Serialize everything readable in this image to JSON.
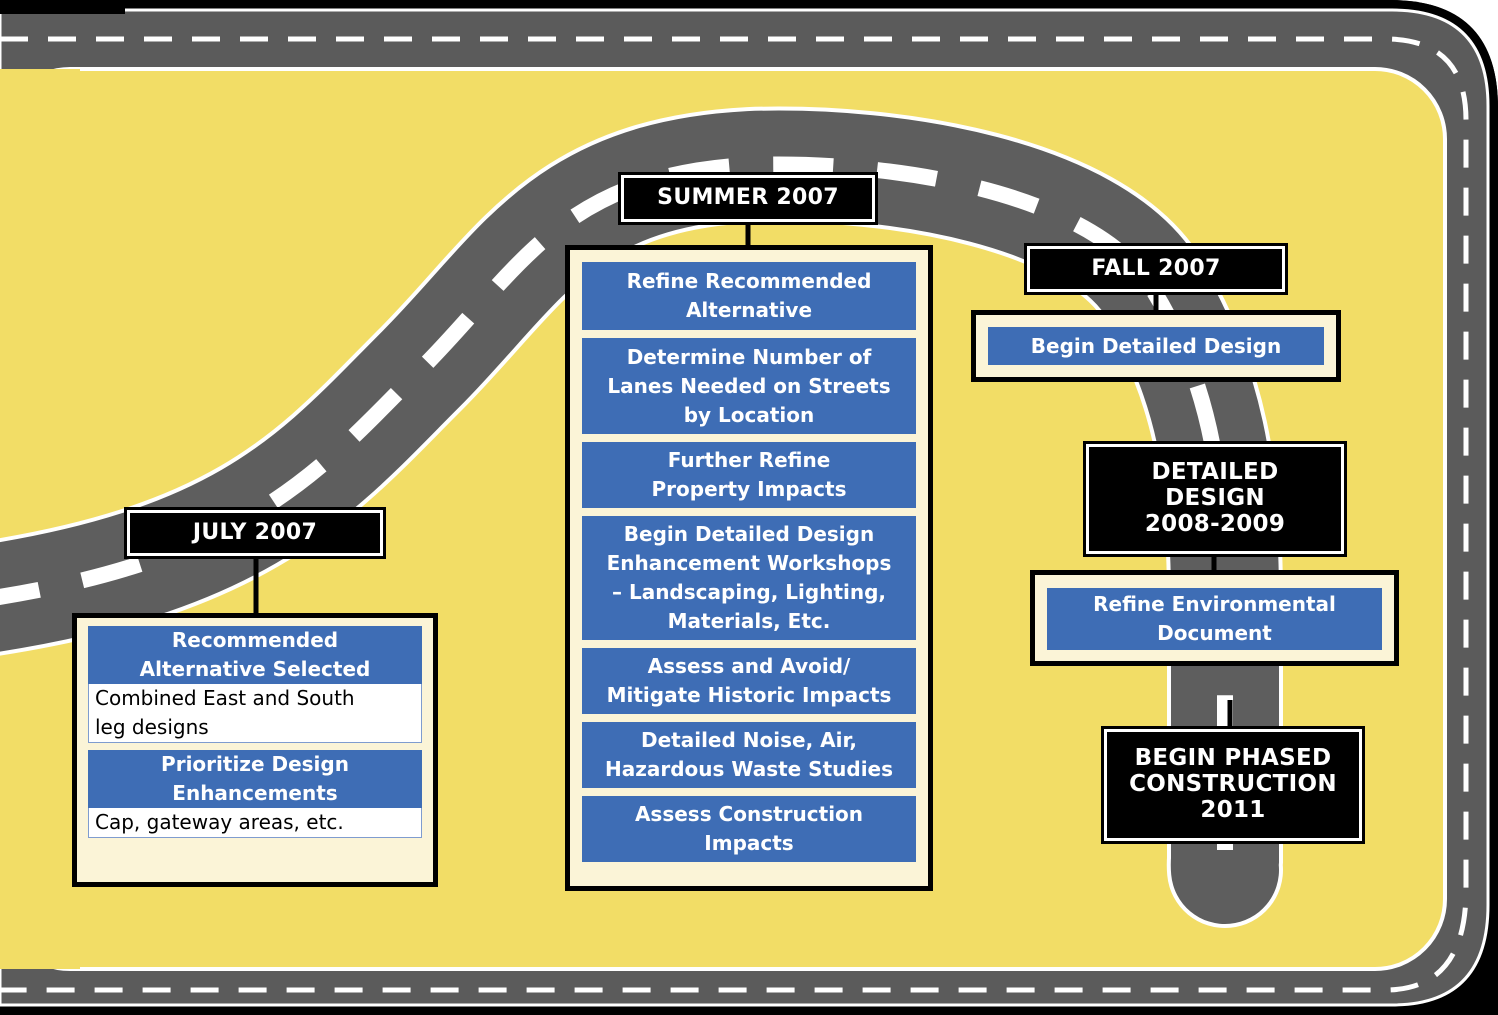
{
  "colors": {
    "background": "#f2dd66",
    "road": "#5e5e5e",
    "road_edge": "#ffffff",
    "dash": "#ffffff",
    "label_fill": "#000000",
    "task_fill": "#3e6db5",
    "panel_fill": "#fbf4d7"
  },
  "timeline": {
    "july": {
      "label": "JULY 2007",
      "items": [
        {
          "title": [
            "Recommended",
            "Alternative Selected"
          ],
          "desc": [
            "Combined East and South",
            "leg designs"
          ]
        },
        {
          "title": [
            "Prioritize Design",
            "Enhancements"
          ],
          "desc": [
            "Cap, gateway areas, etc."
          ]
        }
      ]
    },
    "summer": {
      "label": "SUMMER 2007",
      "items": [
        {
          "title": [
            "Refine Recommended",
            "Alternative"
          ]
        },
        {
          "title": [
            "Determine Number of",
            "Lanes Needed on Streets",
            "by Location"
          ]
        },
        {
          "title": [
            "Further Refine",
            "Property Impacts"
          ]
        },
        {
          "title": [
            "Begin Detailed Design",
            "Enhancement Workshops",
            "– Landscaping, Lighting,",
            "Materials, Etc."
          ]
        },
        {
          "title": [
            "Assess and Avoid/",
            "Mitigate Historic Impacts"
          ]
        },
        {
          "title": [
            "Detailed Noise, Air,",
            "Hazardous Waste Studies"
          ]
        },
        {
          "title": [
            "Assess Construction",
            "Impacts"
          ]
        }
      ]
    },
    "fall": {
      "label": "FALL 2007",
      "items": [
        {
          "title": [
            "Begin Detailed Design"
          ]
        }
      ]
    },
    "detailed": {
      "label": [
        "DETAILED",
        "DESIGN",
        "2008-2009"
      ],
      "items": [
        {
          "title": [
            "Refine Environmental",
            "Document"
          ]
        }
      ]
    },
    "construction": {
      "label": [
        "BEGIN PHASED",
        "CONSTRUCTION",
        "2011"
      ]
    }
  }
}
